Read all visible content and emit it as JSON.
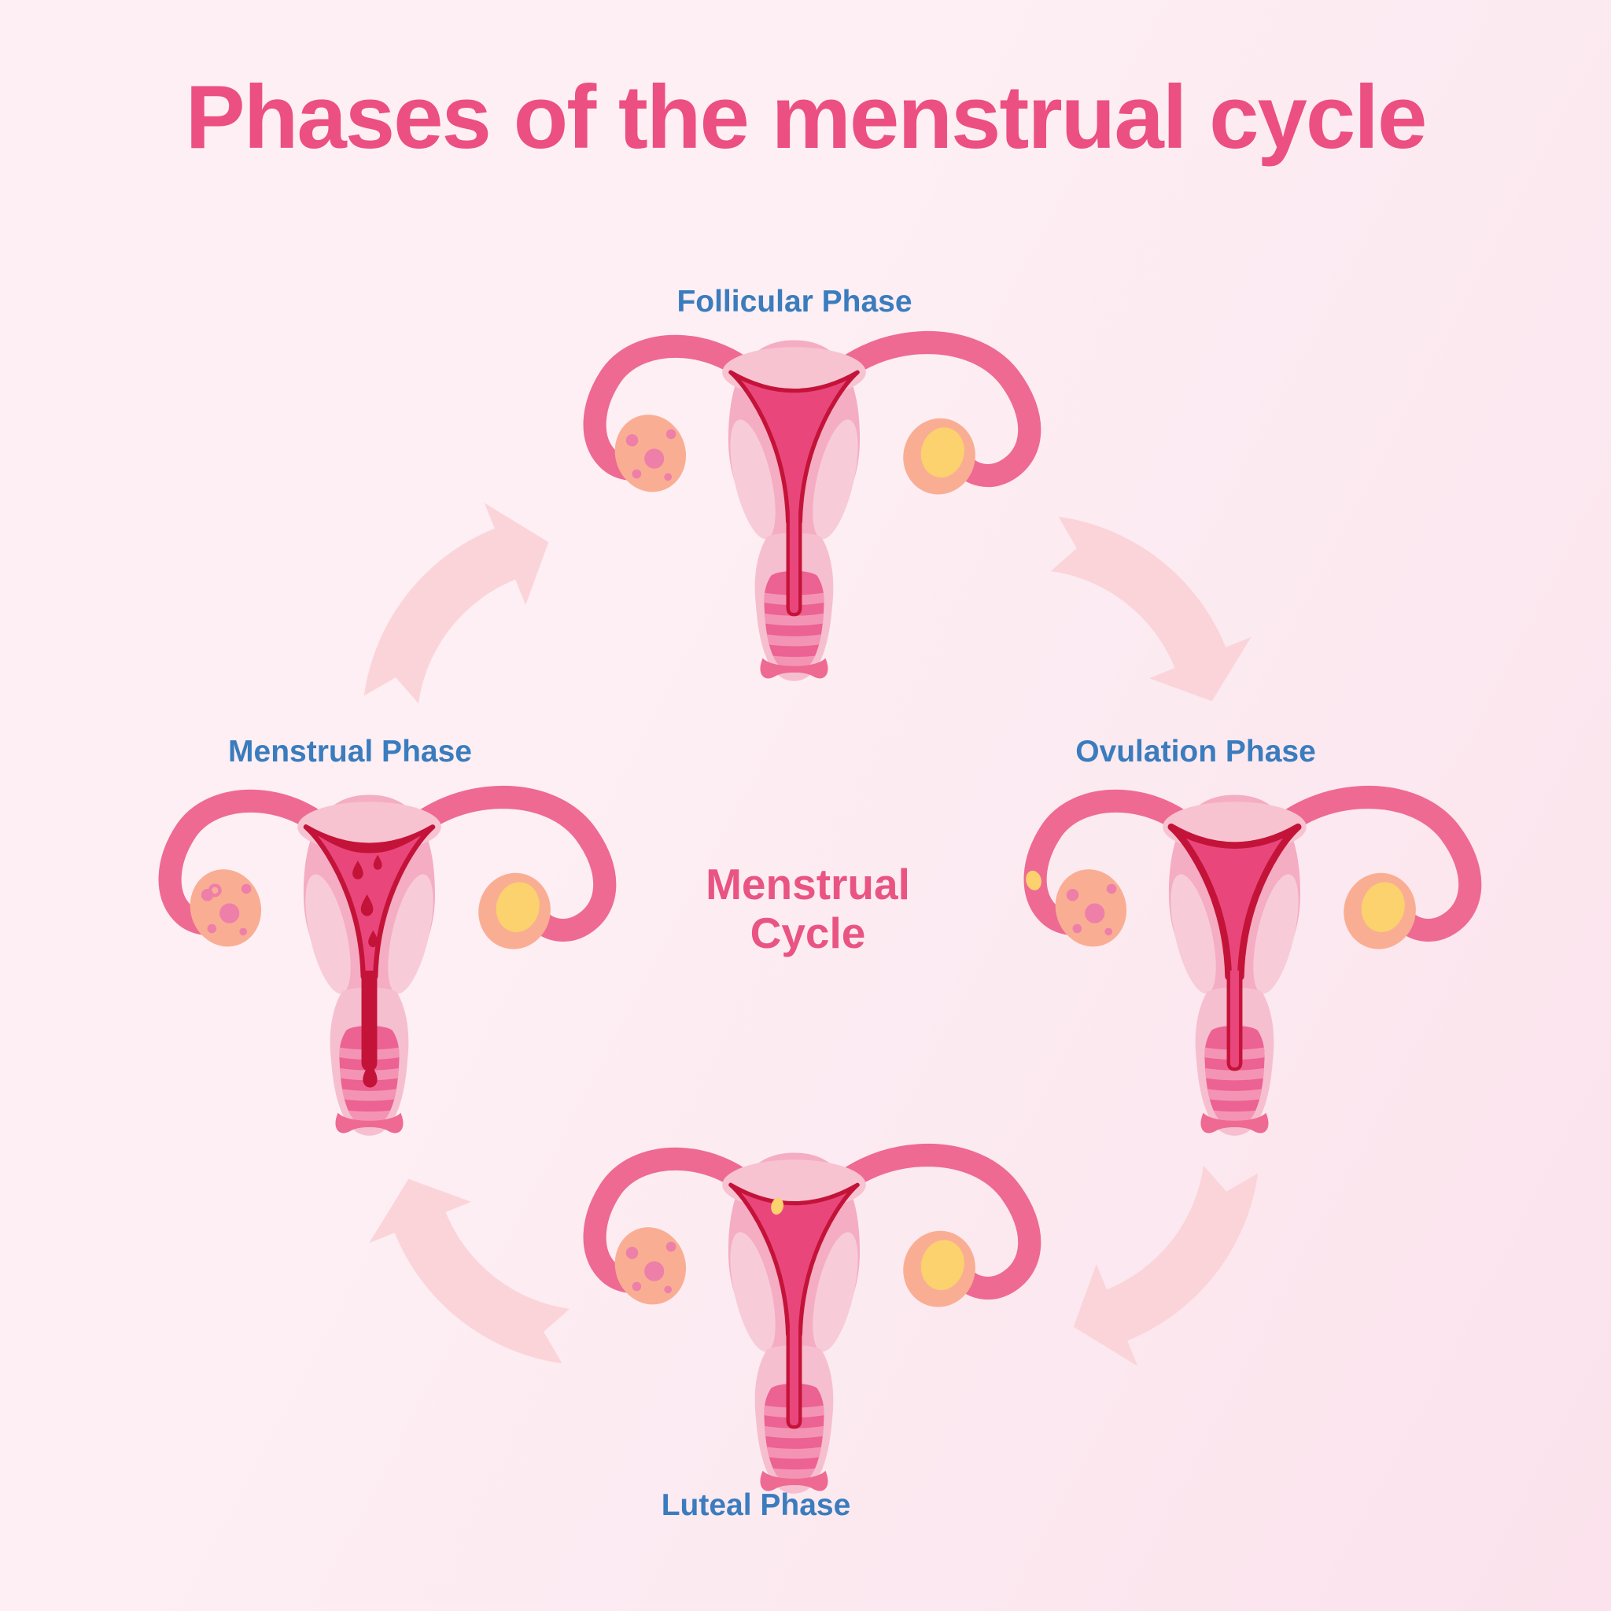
{
  "title": {
    "text": "Phases of the menstrual cycle"
  },
  "center_label": {
    "line1": "Menstrual",
    "line2": "Cycle"
  },
  "phases": [
    {
      "id": "follicular",
      "label": "Follicular Phase",
      "position": "top"
    },
    {
      "id": "ovulation",
      "label": "Ovulation Phase",
      "position": "right"
    },
    {
      "id": "luteal",
      "label": "Luteal Phase",
      "position": "bottom"
    },
    {
      "id": "menstrual",
      "label": "Menstrual Phase",
      "position": "left"
    }
  ],
  "flow": {
    "direction": "clockwise",
    "arrow_count": 4,
    "sequence": [
      "Menstrual Phase",
      "Follicular Phase",
      "Ovulation Phase",
      "Luteal Phase"
    ]
  },
  "colors": {
    "bg-start": "#fdeff4",
    "bg-end": "#fbe2ec",
    "title-pink": "#ec4f81",
    "label-blue": "#3a7cbd",
    "center-pink": "#e95483",
    "arrow-pink": "#fbd4da",
    "tube-pink": "#ee6a92",
    "body-pink": "#f4adc2",
    "body-highlight": "#f7c3d1",
    "body-highlight2": "#f8cbd8",
    "sheath-pink": "#f6bfcf",
    "tube-inner": "#ec6292",
    "tube-stripe": "#f494b4",
    "cavity-magenta": "#e9477c",
    "outline-red": "#c41339",
    "blood-red": "#c41339",
    "ovary-peach": "#f9ae94",
    "ovary-dot": "#ee7fa9",
    "egg-yellow": "#fbd26d"
  }
}
